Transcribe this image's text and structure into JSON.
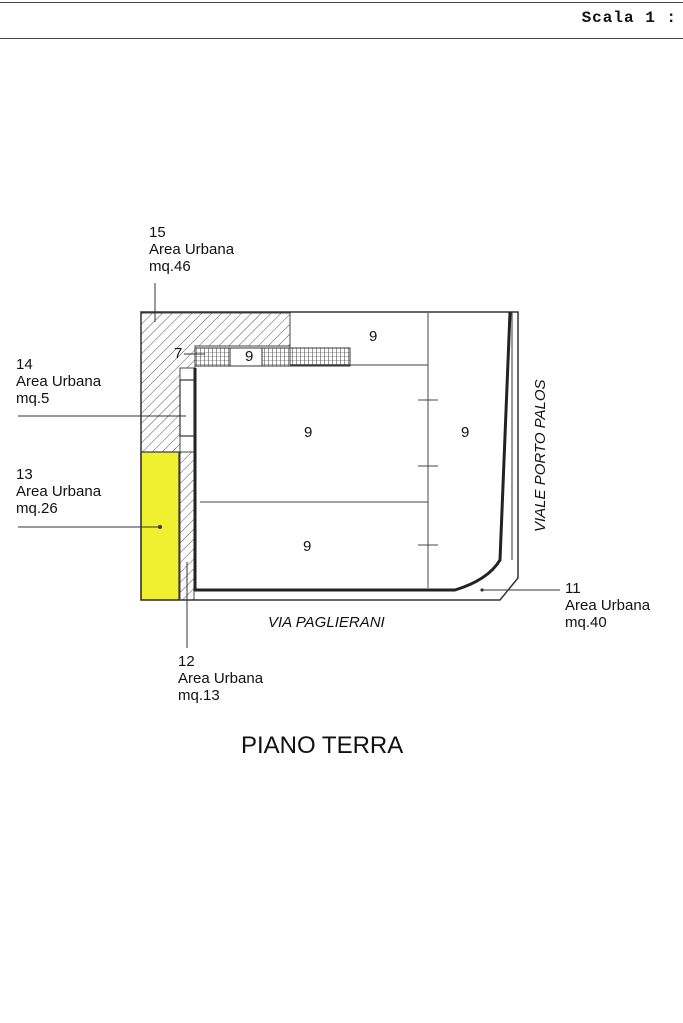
{
  "header": {
    "scale_label": "Scala 1 :"
  },
  "plan": {
    "title": "PIANO TERRA",
    "streets": {
      "bottom": "VIA PAGLIERANI",
      "right": "VIALE PORTO PALOS"
    },
    "unit_numbers": [
      "9",
      "9",
      "9",
      "9",
      "9",
      "7"
    ],
    "areas": [
      {
        "id": "15",
        "label": "Area Urbana",
        "size": "mq.46"
      },
      {
        "id": "14",
        "label": "Area Urbana",
        "size": "mq.5"
      },
      {
        "id": "13",
        "label": "Area Urbana",
        "size": "mq.26",
        "highlight_color": "#f0f030"
      },
      {
        "id": "12",
        "label": "Area Urbana",
        "size": "mq.13"
      },
      {
        "id": "11",
        "label": "Area Urbana",
        "size": "mq.40"
      }
    ]
  },
  "colors": {
    "line": "#333333",
    "highlight": "#f0f030"
  }
}
